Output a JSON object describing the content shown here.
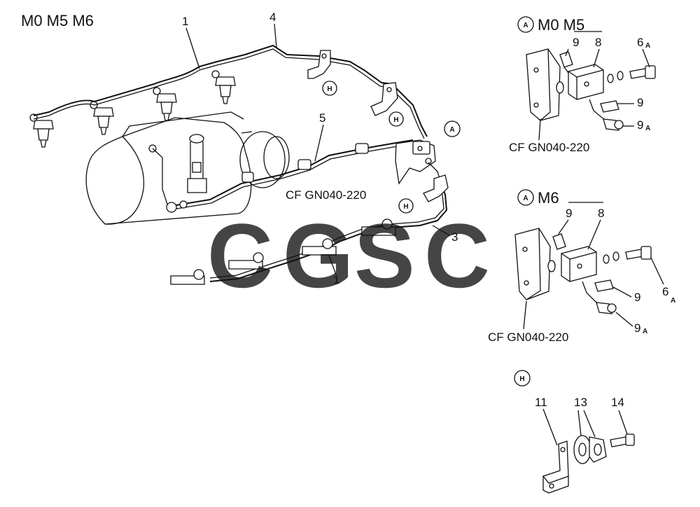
{
  "title": "M0 M5 M6",
  "main": {
    "callouts": [
      "1",
      "4",
      "5",
      "3",
      "1"
    ],
    "ref_code": "CF GN040-220",
    "view_markers": [
      "H",
      "H",
      "H",
      "A"
    ]
  },
  "detail_a_m0m5": {
    "marker": "A",
    "title": "M0 M5",
    "labels": [
      "9",
      "8",
      "6",
      "A",
      "9",
      "9",
      "A"
    ],
    "ref_code": "CF GN040-220"
  },
  "detail_a_m6": {
    "marker": "A",
    "title": "M6",
    "labels": [
      "9",
      "8",
      "6",
      "A",
      "9",
      "9",
      "A"
    ],
    "ref_code": "CF GN040-220"
  },
  "detail_h": {
    "marker": "H",
    "labels": [
      "11",
      "13",
      "14"
    ]
  },
  "watermark": {
    "letters": [
      "C",
      "G",
      "S",
      "C"
    ],
    "colors": [
      "#6fa3f0",
      "#f07a6e",
      "#f5cf55",
      "#5bb38f"
    ]
  }
}
